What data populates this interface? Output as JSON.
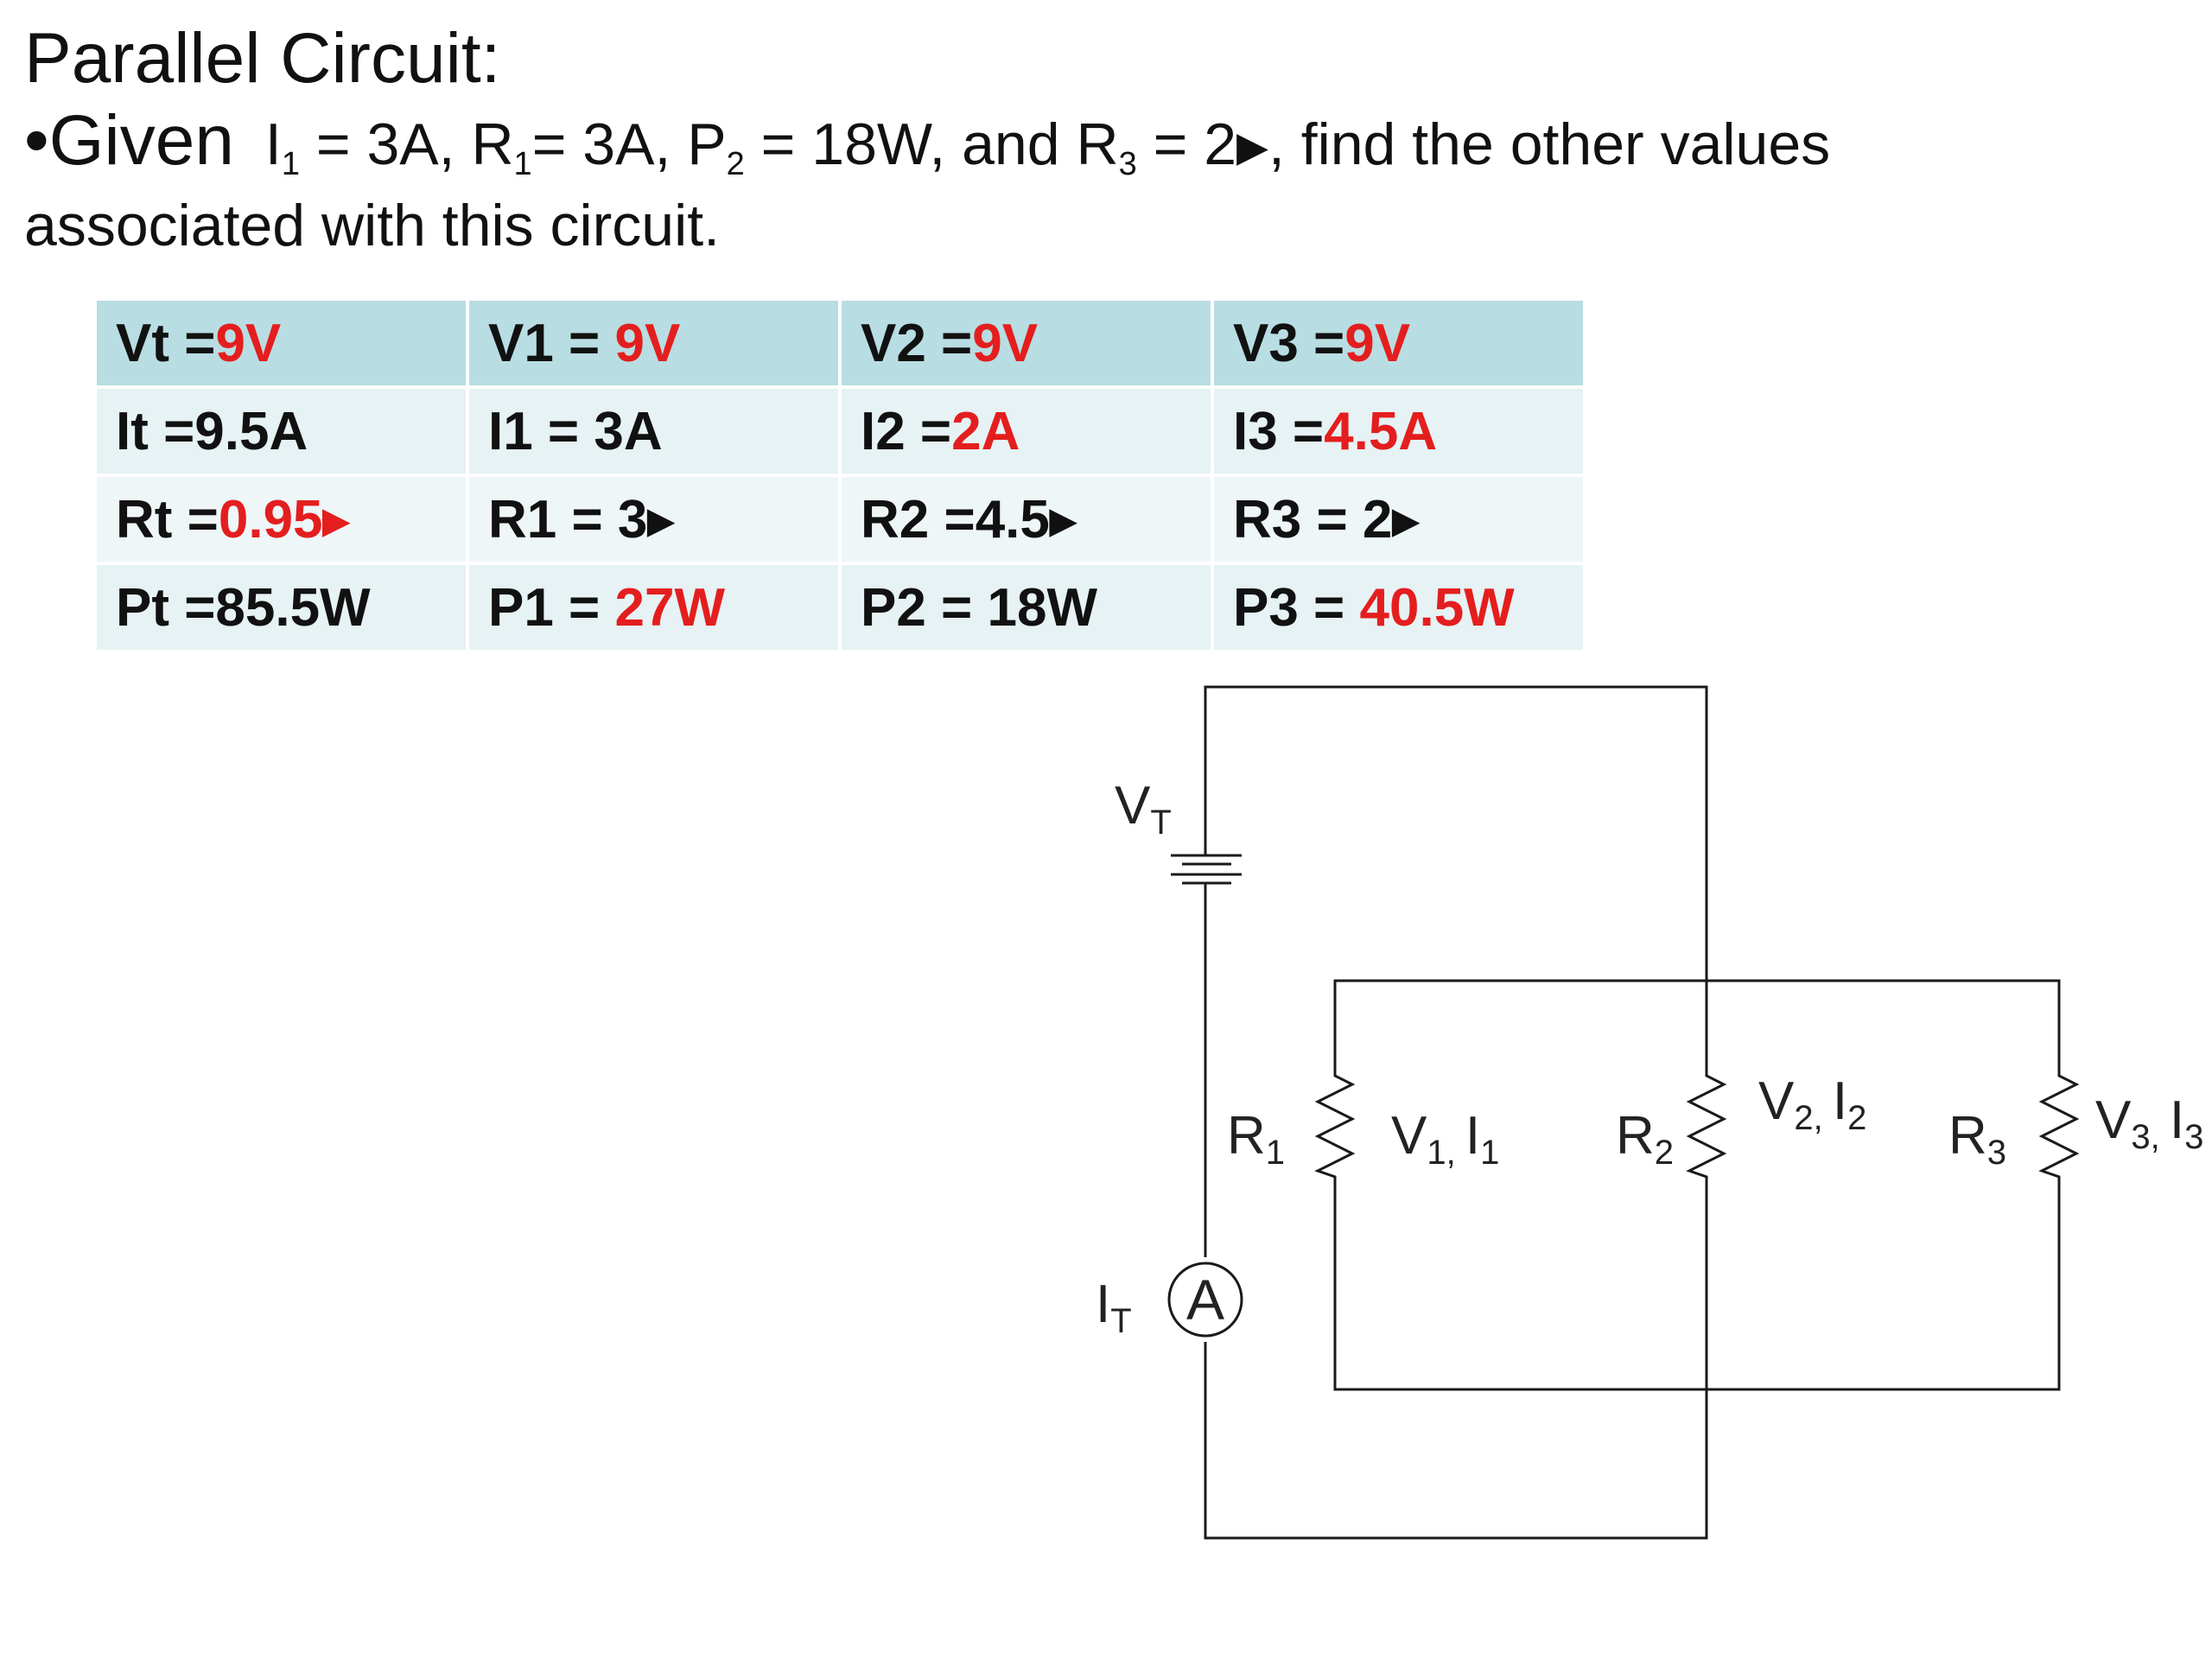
{
  "slide": {
    "title": "Parallel Circuit:",
    "bullet": "•Given",
    "given": {
      "i1_sym": "I",
      "i1_sub": "1",
      "i1_val": " = 3A, ",
      "r1_sym": "R",
      "r1_sub": "1",
      "r1_val": "= 3A, ",
      "p2_sym": "P",
      "p2_sub": "2",
      "p2_val": " = 18W, and ",
      "r3_sym": "R",
      "r3_sub": "3",
      "r3_val": " = 2",
      "ohm": "▶",
      "tail": ", find the other values",
      "line2": "associated with this circuit."
    }
  },
  "table": {
    "ohm_symbol": "▶",
    "rows": [
      [
        {
          "label": "Vt =",
          "value": "9V",
          "value_red": true
        },
        {
          "label": "V1 = ",
          "value": "9V",
          "value_red": true
        },
        {
          "label": "V2 =",
          "value": "9V",
          "value_red": true
        },
        {
          "label": "V3 =",
          "value": "9V",
          "value_red": true
        }
      ],
      [
        {
          "label": "It =9.5A",
          "value": "",
          "value_red": false
        },
        {
          "label": "I1 = 3A",
          "value": "",
          "value_red": false
        },
        {
          "label": "I2 =",
          "value": "2A",
          "value_red": true
        },
        {
          "label": "I3 =",
          "value": "4.5A",
          "value_red": true
        }
      ],
      [
        {
          "label": "Rt =",
          "value": "0.95",
          "value_red": true,
          "ohm": true
        },
        {
          "label": "R1  = 3",
          "value": "",
          "value_red": false,
          "ohm": true
        },
        {
          "label": "R2 =4.5",
          "value": "",
          "value_red": false,
          "ohm": true
        },
        {
          "label": "R3 = 2",
          "value": "",
          "value_red": false,
          "ohm": true
        }
      ],
      [
        {
          "label": "Pt =85.5W",
          "value": "",
          "value_red": false
        },
        {
          "label": "P1 = ",
          "value": "27W",
          "value_red": true
        },
        {
          "label": "P2 = 18W",
          "value": "",
          "value_red": false
        },
        {
          "label": "P3 = ",
          "value": "40.5W",
          "value_red": true
        }
      ]
    ]
  },
  "circuit": {
    "vt_label": "V",
    "vt_sub": "T",
    "it_label": "I",
    "it_sub": "T",
    "ammeter": "A",
    "r1_label": "R",
    "r1_sub": "1",
    "r2_label": "R",
    "r2_sub": "2",
    "r3_label": "R",
    "r3_sub": "3",
    "v1i1_v": "V",
    "v1i1_vsub": "1, ",
    "v1i1_i": "I",
    "v1i1_isub": "1",
    "v2i2_v": "V",
    "v2i2_vsub": "2, ",
    "v2i2_i": "I",
    "v2i2_isub": "2",
    "v3i3_v": "V",
    "v3i3_vsub": "3, ",
    "v3i3_i": "I",
    "v3i3_isub": "3"
  }
}
